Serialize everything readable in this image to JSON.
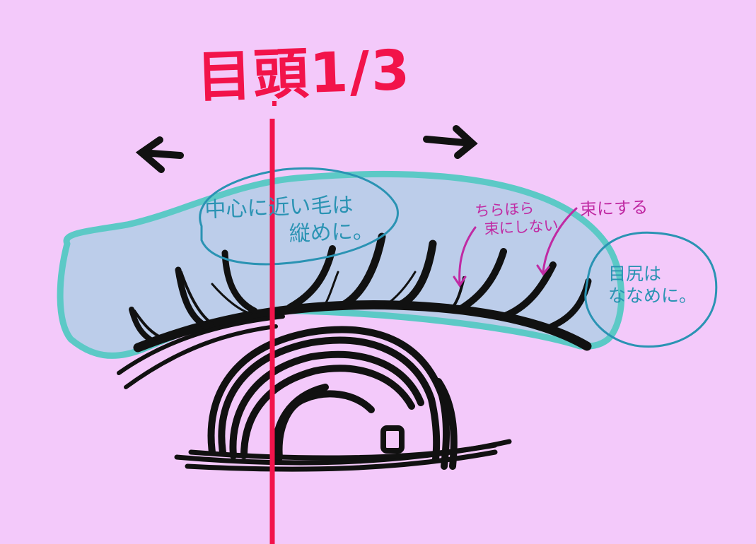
{
  "title": "目頭1/3",
  "colors": {
    "background": "#f3c9fa",
    "title_red": "#f2134a",
    "guide_line": "#f2134a",
    "band_fill": "#bccdea",
    "band_stroke": "#5cc9c6",
    "note_blue": "#2a93b3",
    "note_magenta": "#c02aa3",
    "ink": "#111111"
  },
  "arrows": {
    "left": "left-arrow",
    "right": "right-arrow"
  },
  "notes": {
    "center": {
      "line1": "中心に近い毛は",
      "line2": "縦めに。"
    },
    "sparse": {
      "line1": "ちらほら",
      "line2": "束にしない"
    },
    "bundle": {
      "line1": "束にする"
    },
    "outer_corner": {
      "line1": "目尻は",
      "line2": "ななめに。"
    }
  }
}
